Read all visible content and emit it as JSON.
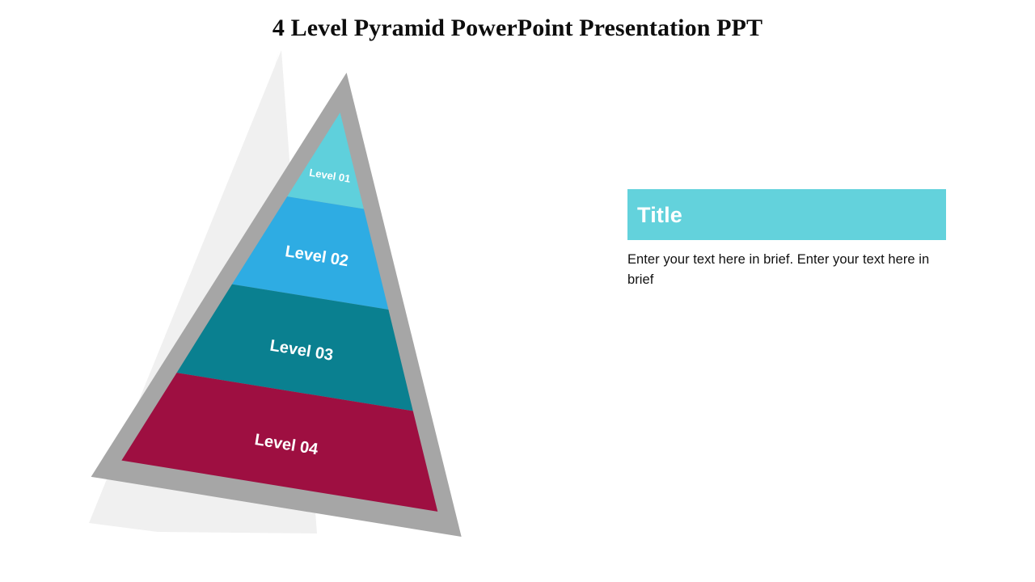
{
  "slide": {
    "title": "4 Level Pyramid PowerPoint Presentation PPT",
    "background_color": "#FFFFFF"
  },
  "pyramid": {
    "frame_color": "#A6A6A6",
    "shadow_color": "#F0F0F0",
    "levels": [
      {
        "label": "Level 01",
        "color": "#5FD0DC"
      },
      {
        "label": "Level 02",
        "color": "#2EACE3"
      },
      {
        "label": "Level 03",
        "color": "#0A8090"
      },
      {
        "label": "Level 04",
        "color": "#9E0F41"
      }
    ]
  },
  "content_panel": {
    "title": "Title",
    "title_box_color": "#63D2DC",
    "title_text_color": "#FFFFFF",
    "body": "Enter your text here in brief. Enter your text here in brief",
    "body_text_color": "#111111"
  }
}
